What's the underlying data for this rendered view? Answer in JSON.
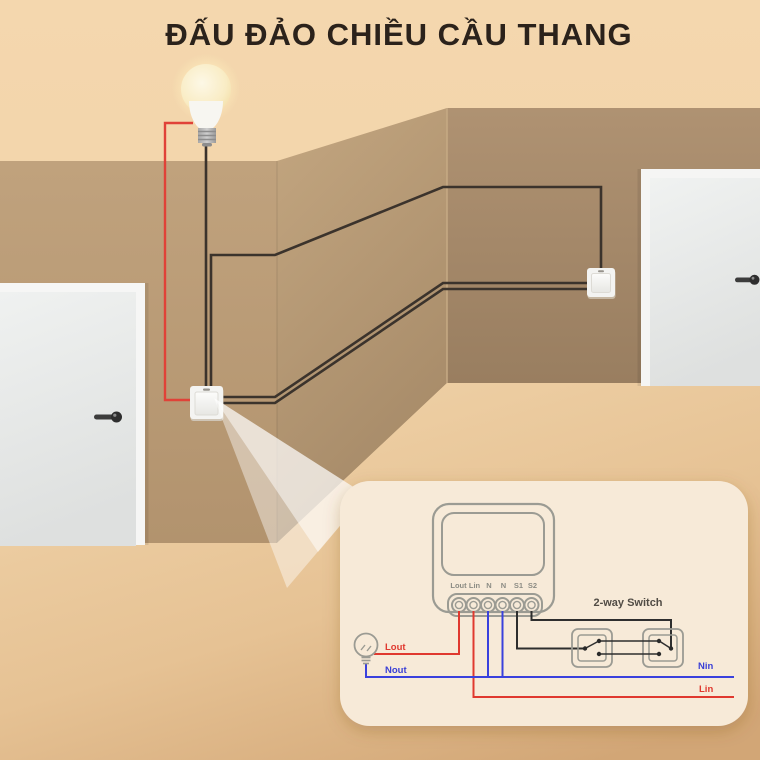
{
  "title": "ĐẤU ĐẢO CHIỀU CẦU THANG",
  "colors": {
    "live_wire_red": "#e04238",
    "neutral_wire_blue": "#3a41dd",
    "scene_wire": "#3b332c",
    "callout_bg": "#f7ead8",
    "diagram_outline": "#9b9b93",
    "ceiling": "#f2d3a8",
    "wall": "#b3946f"
  },
  "callout": {
    "module": {
      "terminals": [
        "Lout",
        "Lin",
        "N",
        "N",
        "S1",
        "S2"
      ]
    },
    "two_way_switch_label": "2-way Switch",
    "labels": {
      "lout": "Lout",
      "nout": "Nout",
      "nin": "Nin",
      "lin": "Lin"
    }
  }
}
